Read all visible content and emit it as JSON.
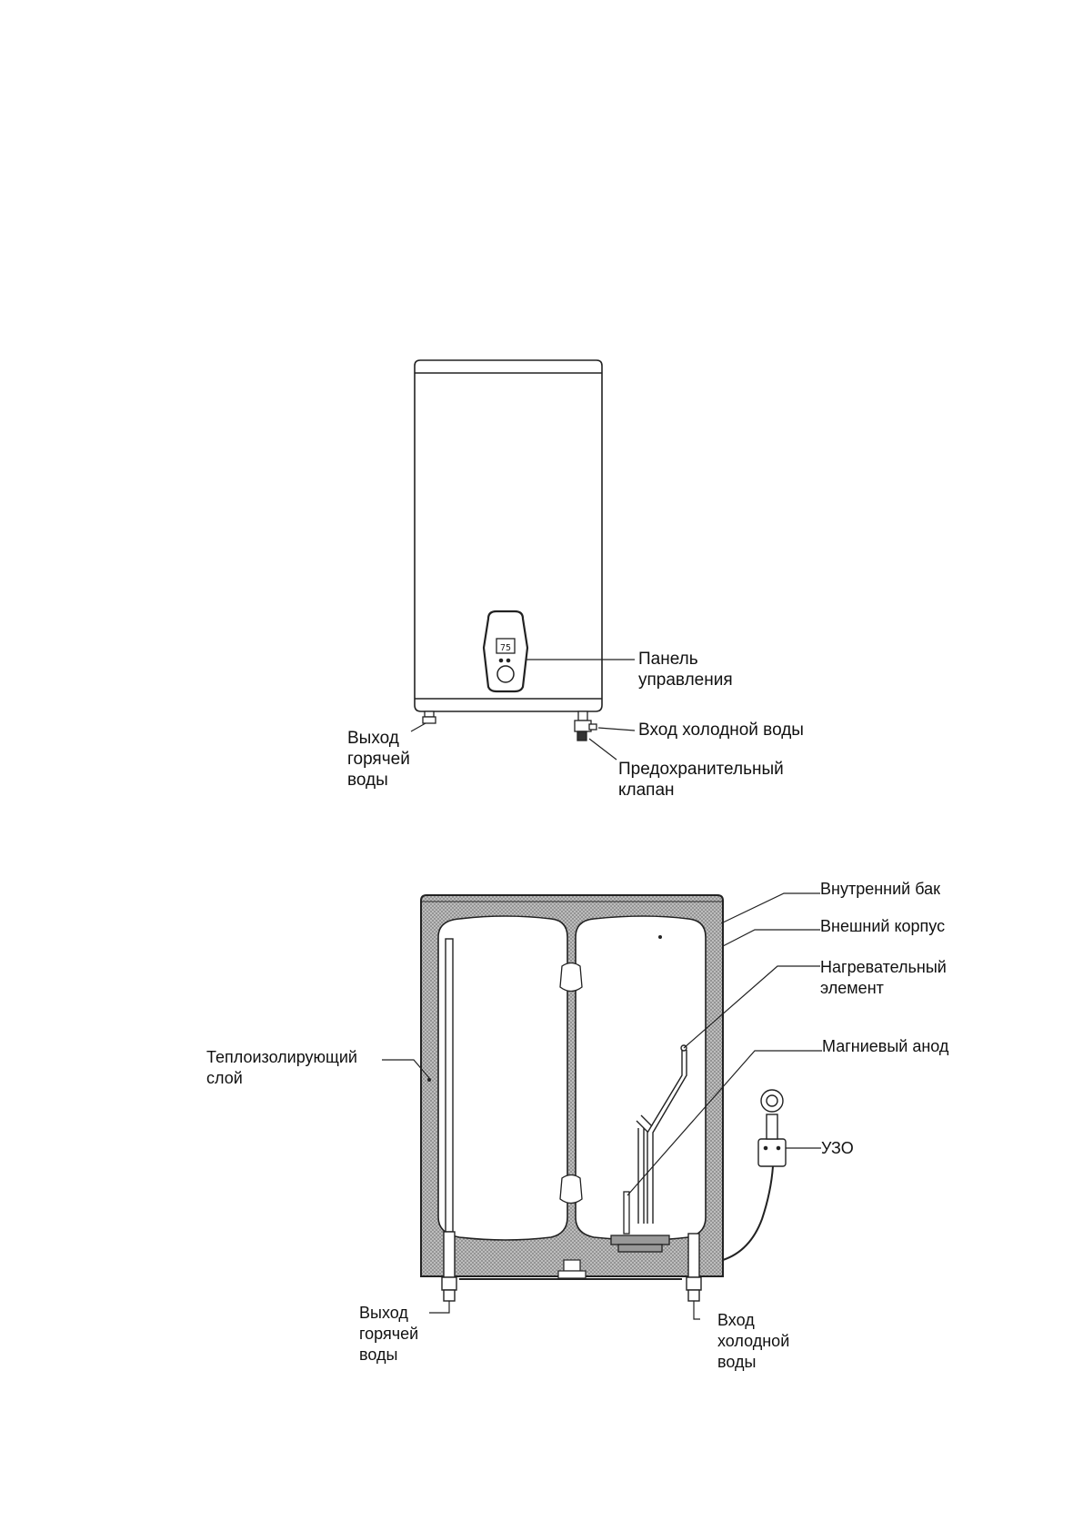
{
  "figure1": {
    "display_value": "75",
    "labels": {
      "control_panel": [
        "Панель",
        "управления"
      ],
      "cold_water_inlet": [
        "Вход холодной воды"
      ],
      "hot_water_outlet": [
        "Выход",
        "горячей",
        "воды"
      ],
      "safety_valve": [
        "Предохранительный",
        "клапан"
      ]
    }
  },
  "figure2": {
    "labels": {
      "inner_tank": [
        "Внутренний бак"
      ],
      "outer_casing": [
        "Внешний корпус"
      ],
      "heating_element": [
        "Нагревательный",
        "элемент"
      ],
      "magnesium_anode": [
        "Магниевый анод"
      ],
      "insulation_layer": [
        "Теплоизолирующий",
        "слой"
      ],
      "rcd": [
        "УЗО"
      ],
      "hot_water_outlet": [
        "Выход",
        "горячей",
        "воды"
      ],
      "cold_water_inlet": [
        "Вход",
        "холодной",
        "воды"
      ]
    }
  }
}
